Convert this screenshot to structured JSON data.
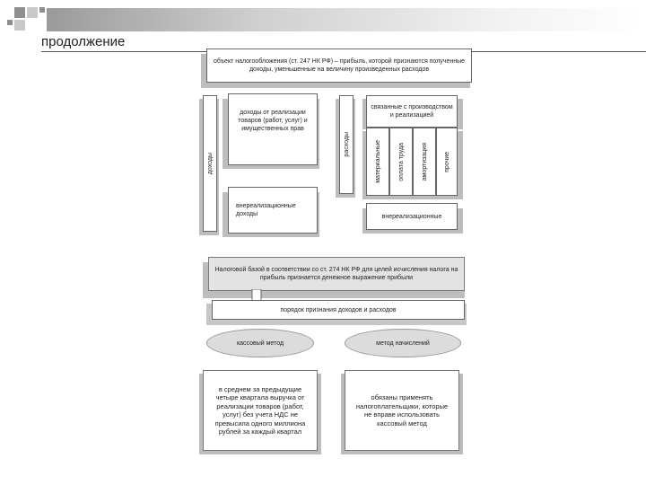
{
  "header": {
    "title": "продолжение"
  },
  "diagram": {
    "top_box": "объект налогообложения (ст. 247 НК РФ) – прибыль, которой признаются полученные доходы, уменьшенные на величину произведенных расходов",
    "income_label": "доходы",
    "expenses_label": "расходы",
    "income_sales": "доходы от реализации товаров (работ, услуг) и имущественных прав",
    "income_nonsales": "внереализационные доходы",
    "production_related": "связанные с производством и реализацией",
    "expense_items": [
      "материальные",
      "оплата труда",
      "амортизация",
      "прочие"
    ],
    "nonsales_expenses": "внереализационные",
    "tax_base": "Налоговой базой в соответствии со ст. 274 НК РФ для целей исчисления налога на прибыль признается денежное выражение прибыли",
    "recognition_order": "порядок признания доходов и расходов",
    "cash_method": "кассовый метод",
    "accrual_method": "метод начислений",
    "cash_condition": "в среднем за предыдущие четыре квартала выручка от реализации товаров (работ, услуг) без учета НДС не превысила одного миллиона рублей за каждый квартал",
    "accrual_condition": "обязаны применять налогоплательщики, которые не вправе использовать кассовый метод"
  },
  "colors": {
    "shadow": "#bdbdbd",
    "box_fill": "#ffffff",
    "dark_fill": "#e3e3e3",
    "deco_dark": "#8f8f8f",
    "deco_light": "#c9c9c9"
  }
}
